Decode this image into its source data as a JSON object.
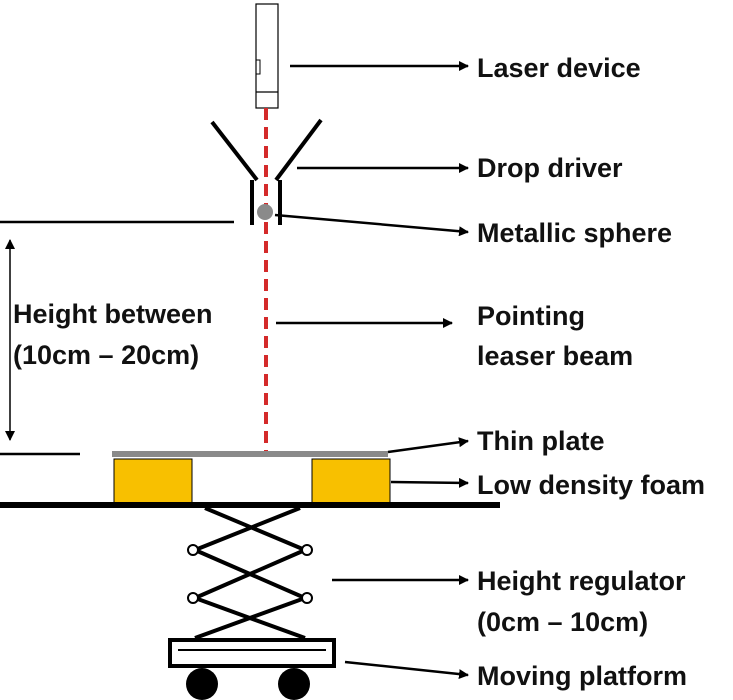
{
  "labels": {
    "laser_device": "Laser device",
    "drop_driver": "Drop driver",
    "metallic_sphere": "Metallic sphere",
    "pointing_beam_line1": "Pointing",
    "pointing_beam_line2": "leaser beam",
    "thin_plate": "Thin plate",
    "low_density_foam": "Low density foam",
    "height_regulator_line1": "Height regulator",
    "height_regulator_line2": "(0cm – 10cm)",
    "moving_platform": "Moving platform",
    "height_between_line1": "Height between",
    "height_between_line2": "(10cm – 20cm)"
  },
  "colors": {
    "laser_beam": "#d42a2a",
    "foam": "#f8c000",
    "plate": "#8a8a8a",
    "sphere": "#8a8a8a",
    "lines": "#000000"
  }
}
